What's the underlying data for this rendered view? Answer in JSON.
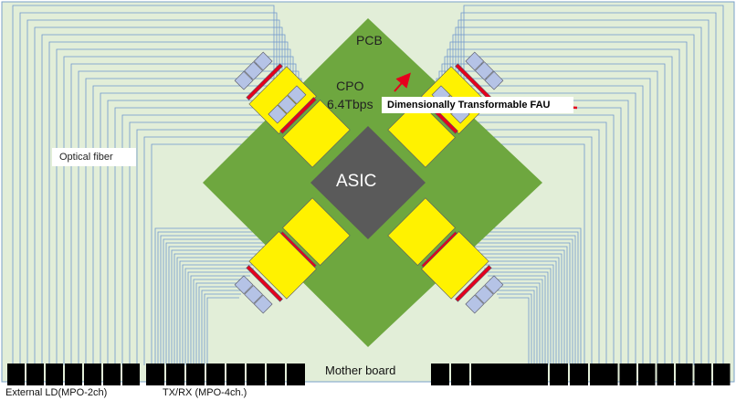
{
  "labels": {
    "pcb": "PCB",
    "cpo_line1": "CPO",
    "cpo_line2": "6.4Tbps",
    "asic": "ASIC",
    "fau": "Dimensionally Transformable FAU",
    "optical_fiber": "Optical fiber",
    "mother_board": "Mother board",
    "external_ld": "External LD(MPO-2ch)",
    "txrx": "TX/RX (MPO-4ch.)"
  },
  "colors": {
    "board_background": "#e2eed8",
    "pcb_green": "#6ea73f",
    "asic_gray": "#5a5a5a",
    "cpo_yellow": "#fff200",
    "fau_blue": "#b5c3e6",
    "fau_red": "#e5001d",
    "fiber": "#6f97cc",
    "connector": "#000000"
  }
}
